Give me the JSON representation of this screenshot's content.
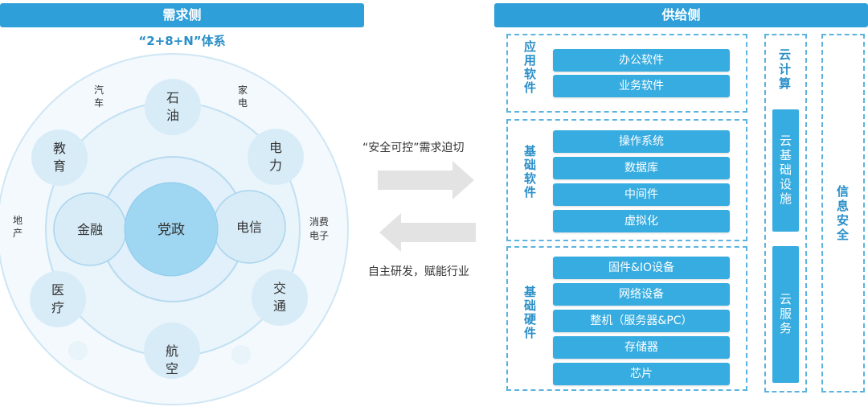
{
  "demand": {
    "header": "需求侧",
    "subtitle": "“2+8+N”体系",
    "core": "党政",
    "ring2": [
      "金融",
      "电信"
    ],
    "ring3": [
      "石油",
      "电力",
      "交通",
      "航空",
      "医疗",
      "教育"
    ],
    "outer": {
      "car": [
        "汽",
        "车"
      ],
      "appliance": [
        "家",
        "电"
      ],
      "realestate": [
        "地",
        "产"
      ],
      "consumer": [
        "消费",
        "电子"
      ]
    }
  },
  "middle": {
    "top_text": "“安全可控”需求迫切",
    "bottom_text": "自主研发，赋能行业"
  },
  "supply": {
    "header": "供给侧",
    "app_software": {
      "label": "应用软件",
      "items": [
        "办公软件",
        "业务软件"
      ]
    },
    "base_software": {
      "label": "基础软件",
      "items": [
        "操作系统",
        "数据库",
        "中间件",
        "虚拟化"
      ]
    },
    "base_hardware": {
      "label": "基础硬件",
      "items": [
        "固件&IO设备",
        "网络设备",
        "整机（服务器&PC）",
        "存储器",
        "芯片"
      ]
    },
    "cloud": {
      "label": "云计算",
      "infra": "云基础设施",
      "service": "云服务"
    },
    "security": "信息安全"
  }
}
